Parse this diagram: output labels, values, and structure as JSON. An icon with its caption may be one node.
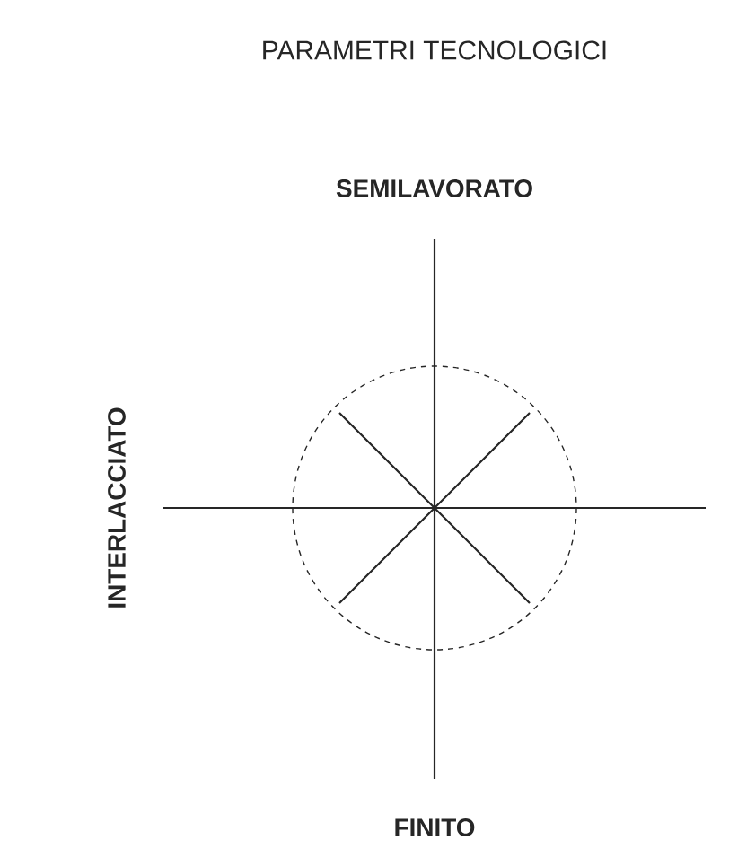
{
  "diagram": {
    "title": "PARAMETRI TECNOLOGICI",
    "labels": [
      "SEMILAVORATO",
      "INTERLACCIATO",
      "FINITO"
    ]
  }
}
